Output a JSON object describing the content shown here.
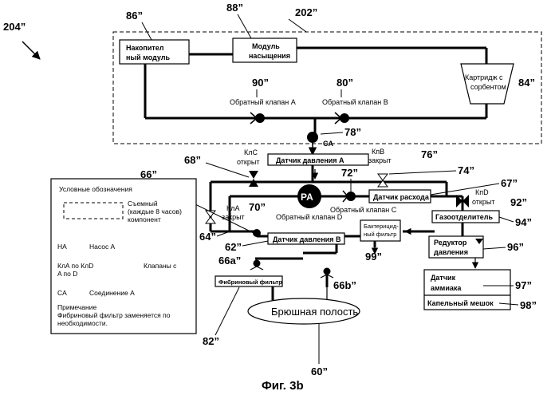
{
  "refs": {
    "r204": "204”",
    "r202": "202”",
    "r86": "86”",
    "r88": "88”",
    "r90": "90”",
    "r80": "80”",
    "r84": "84”",
    "r78": "78”",
    "r76": "76”",
    "r68": "68”",
    "r72": "72”",
    "r74": "74”",
    "r67": "67”",
    "r66": "66”",
    "r70": "70”",
    "r92": "92”",
    "r94": "94”",
    "r64": "64”",
    "r62": "62”",
    "r99": "99”",
    "r96": "96”",
    "r66a": "66a”",
    "r66b": "66b”",
    "r97": "97”",
    "r98": "98”",
    "r82": "82”",
    "r60": "60”"
  },
  "components": {
    "accumulator_l1": "Накопител",
    "accumulator_l2": "ный модуль",
    "saturation_l1": "Модуль",
    "saturation_l2": "насыщения",
    "cartridge_l1": "Картридж с",
    "cartridge_l2": "сорбентом",
    "check_valve_a": "Обратный клапан A",
    "check_valve_b": "Обратный клапан B",
    "check_valve_c": "Обратный клапан C",
    "check_valve_d": "Обратный клапан D",
    "ca_label": "CA",
    "pressure_sensor_a": "Датчик давления  A",
    "pressure_sensor_b": "Датчик давления B",
    "flow_sensor": "Датчик расхода",
    "degasser": "Газоотделитель",
    "reducer_l1": "Редуктор",
    "reducer_l2": "давления",
    "ammonia_l1": "Датчик",
    "ammonia_l2": "аммиака",
    "drip_bag": "Капельный мешок",
    "bact_filter_l1": "Бактерицид-",
    "bact_filter_l2": "ный фильтр",
    "fibrin_filter": "Фибриновый фильтр",
    "abdomen": "Брюшная полость",
    "pump": "PA",
    "kla": "КлA",
    "kla_state": "закрыт",
    "klb": "КпB",
    "klb_state": "закрыт",
    "klc": "КлC",
    "klc_state": "открыт",
    "kld": "КпD",
    "kld_state": "открыт"
  },
  "legend": {
    "title": "Условные обозначения",
    "removable_l1": "Съемный",
    "removable_l2": "(каждые 8 часов)",
    "removable_l3": "компонент",
    "na_key": "HA",
    "na_value": "Насос A",
    "kl_key_l1": "КлA по КлD",
    "kl_value_l1": "Клапаны с",
    "kl_value_l2": "A по D",
    "ca_key": "CA",
    "ca_value": "Соединение  A",
    "note_title": "Примечание",
    "note_l1": "Фибриновый фильтр заменяется по",
    "note_l2": "необходимости."
  },
  "caption": "Фиг. 3b"
}
